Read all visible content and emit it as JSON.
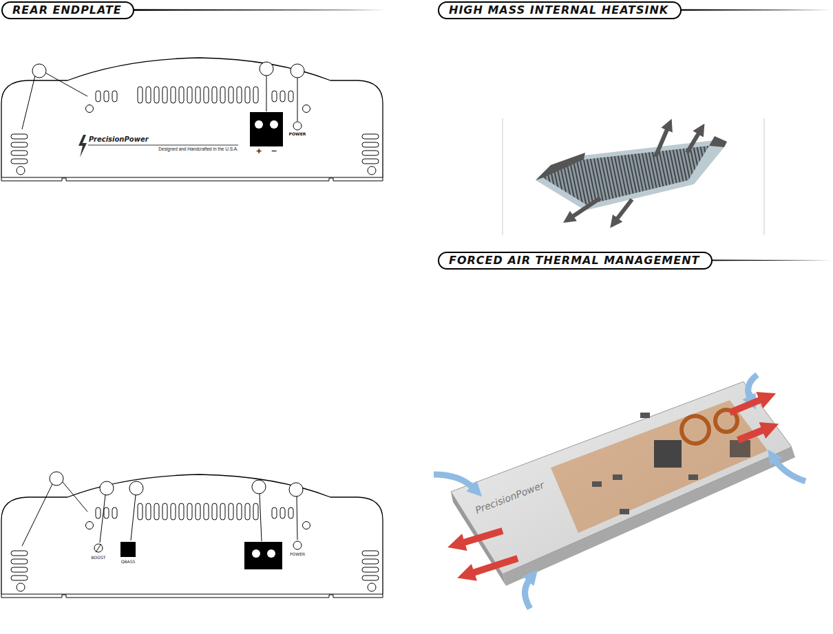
{
  "diagram": {
    "nodes": [
      {
        "text": [
          "REAR ENDPLATE"
        ]
      },
      {
        "text": [
          "HIGH MASS INTERNAL HEATSINK"
        ]
      },
      {
        "text": [
          "FORCED AIR THERMAL MANAGEMENT"
        ]
      }
    ],
    "edges": [],
    "labels": [
      "PrecisionPower",
      "Designed and Handcrafted in the U.S.A.",
      "+",
      "−",
      "POWER",
      "BOOST",
      "QBASS",
      "POWER",
      "PrecisionPower"
    ]
  }
}
